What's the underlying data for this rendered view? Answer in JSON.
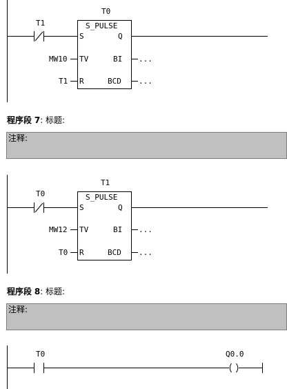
{
  "rung6": {
    "timer_name": "T0",
    "timer_type": "S_PULSE",
    "contact_label": "T1",
    "pins": {
      "s": "S",
      "q": "Q",
      "tv": "TV",
      "bi": "BI",
      "r": "R",
      "bcd": "BCD"
    },
    "tv_value": "MW10",
    "r_value": "T1",
    "bi_out": "...",
    "bcd_out": "..."
  },
  "network7": {
    "title_prefix": "程序段",
    "number": "7",
    "title_suffix": ": 标题:",
    "comment": "注释:"
  },
  "rung7": {
    "timer_name": "T1",
    "timer_type": "S_PULSE",
    "contact_label": "T0",
    "pins": {
      "s": "S",
      "q": "Q",
      "tv": "TV",
      "bi": "BI",
      "r": "R",
      "bcd": "BCD"
    },
    "tv_value": "MW12",
    "r_value": "T0",
    "bi_out": "...",
    "bcd_out": "..."
  },
  "network8": {
    "title_prefix": "程序段",
    "number": "8",
    "title_suffix": ": 标题:",
    "comment": "注释:"
  },
  "rung8": {
    "contact_label": "T0",
    "coil_label": "Q0.0"
  }
}
